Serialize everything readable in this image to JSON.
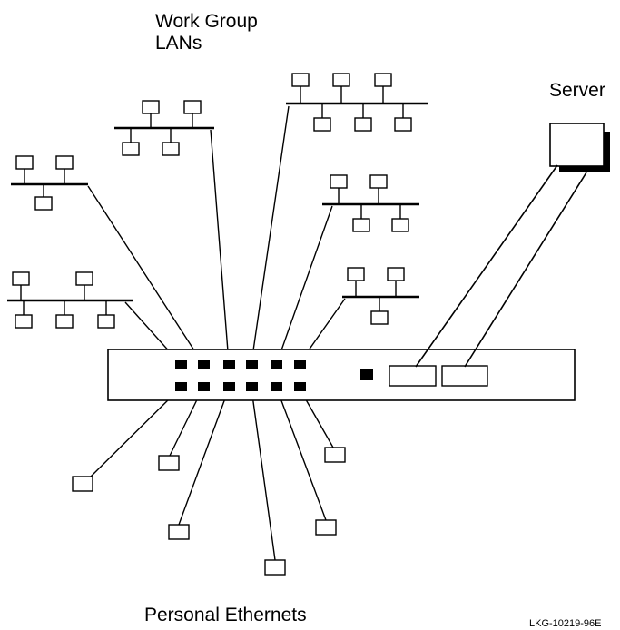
{
  "labels": {
    "workgroup_line1": "Work Group",
    "workgroup_line2": "LANs",
    "server": "Server",
    "personal": "Personal Ethernets",
    "figure_code": "LKG-10219-96E"
  },
  "colors": {
    "stroke": "#000000",
    "port_fill": "#000000",
    "background": "#ffffff"
  }
}
